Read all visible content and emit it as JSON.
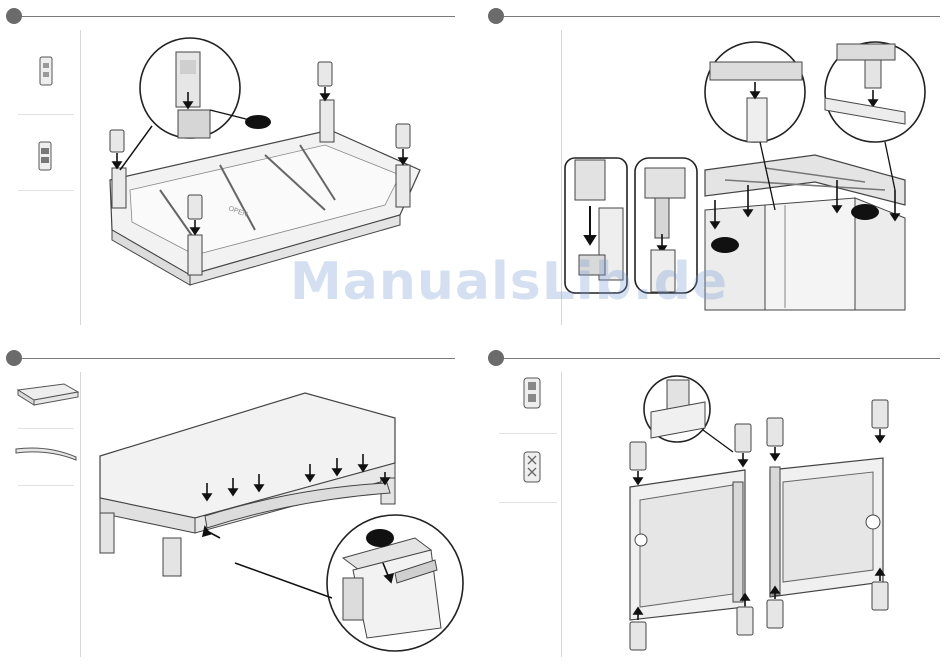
{
  "page": {
    "watermark": "ManualsLib.de"
  },
  "steps": [
    {
      "id": "step-1",
      "part_icons": [
        "corner-connector-icon",
        "corner-connector-icon"
      ]
    },
    {
      "id": "step-2",
      "part_icons": []
    },
    {
      "id": "step-3",
      "part_icons": [
        "roof-panel-icon",
        "front-beam-icon"
      ]
    },
    {
      "id": "step-4",
      "part_icons": [
        "door-hinge-connector-icon",
        "door-hinge-connector-icon"
      ]
    }
  ],
  "labels": {
    "floor_text": "OPEN"
  },
  "colors": {
    "step_dot": "#6b6b6b",
    "rule": "#7a7a7a",
    "part_fill": "#eeeeee",
    "outline": "#444444",
    "marker": "#111111",
    "watermark": "#78a0d7"
  }
}
